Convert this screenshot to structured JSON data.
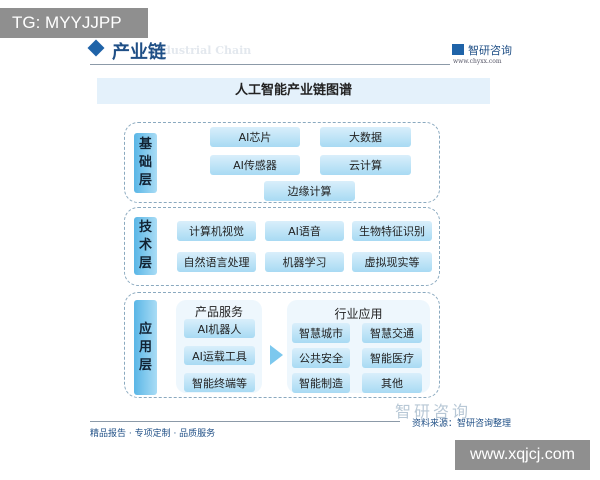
{
  "overlay_tag": "TG: MYYJJPP",
  "header": {
    "title": "产业链",
    "subtitle_faded": "Industrial Chain",
    "logo": "智研咨询",
    "url": "www.chyxx.com"
  },
  "diagram_title": "人工智能产业链图谱",
  "layers": [
    {
      "label": [
        "基",
        "础",
        "层"
      ],
      "items": [
        "AI芯片",
        "大数据",
        "AI传感器",
        "云计算",
        "边缘计算"
      ]
    },
    {
      "label": [
        "技",
        "术",
        "层"
      ],
      "items": [
        "计算机视觉",
        "AI语音",
        "生物特征识别",
        "自然语言处理",
        "机器学习",
        "虚拟现实等"
      ]
    },
    {
      "label": [
        "应",
        "用",
        "层"
      ],
      "product": {
        "title": "产品服务",
        "items": [
          "AI机器人",
          "AI运载工具",
          "智能终端等"
        ]
      },
      "industry": {
        "title": "行业应用",
        "items": [
          "智慧城市",
          "智慧交通",
          "公共安全",
          "智能医疗",
          "智能制造",
          "其他"
        ]
      }
    }
  ],
  "footer": {
    "slogan": "精品报告 · 专项定制 · 品质服务",
    "watermark": "智研咨询",
    "source": "资料来源：智研咨询整理"
  },
  "site_tag": "www.xqjcj.com"
}
